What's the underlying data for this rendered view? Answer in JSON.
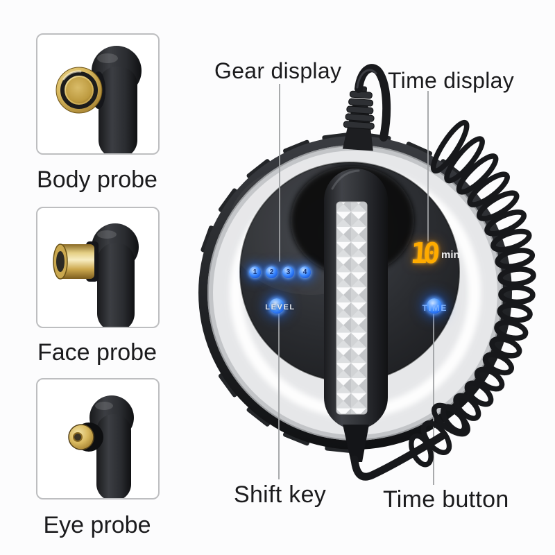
{
  "callouts": {
    "gear_display": "Gear display",
    "time_display": "Time display",
    "shift_key": "Shift key",
    "time_button": "Time button"
  },
  "probes": {
    "items": [
      {
        "label": "Body probe"
      },
      {
        "label": "Face probe"
      },
      {
        "label": "Eye probe"
      }
    ]
  },
  "device": {
    "gear_leds": [
      "1",
      "2",
      "3",
      "4"
    ],
    "level_button_label": "LEVEL",
    "time_button_label": "TIME",
    "time_display_value": "10",
    "time_display_unit": "min"
  },
  "colors": {
    "background": "#fcfcfd",
    "label_text": "#1b1b1d",
    "led_blue": "#3d8bff",
    "led_glow": "#1e78ff",
    "time_amber": "#ffab00",
    "time_text_blue": "#7db2ff",
    "level_text": "#e4e7eb",
    "leader_line": "#9ea0a3",
    "probe_gold": "#cfa94e",
    "device_black": "#1a1b1e",
    "ring_silver": "#e6e7e9"
  }
}
